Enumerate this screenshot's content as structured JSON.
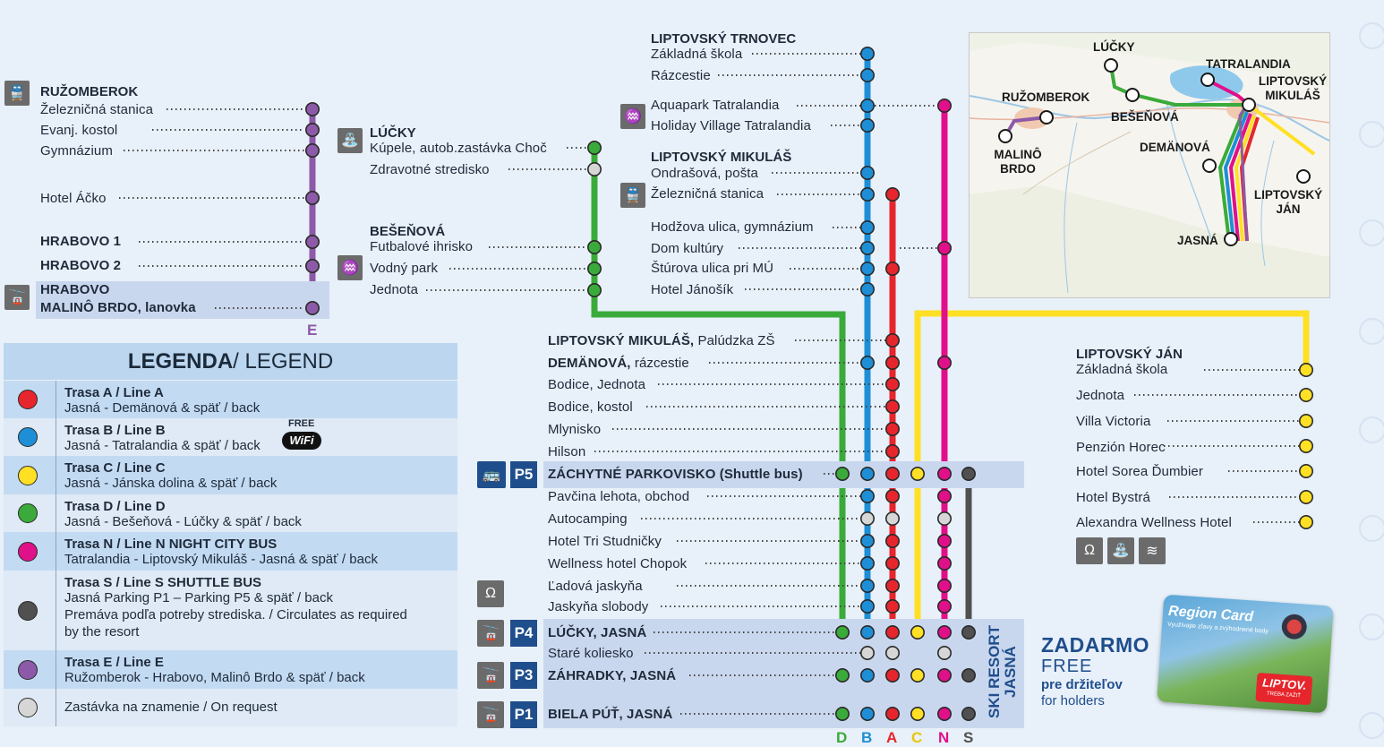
{
  "colors": {
    "A": "#e6262c",
    "B": "#1e8fd6",
    "C": "#ffe024",
    "D": "#3aab3a",
    "N": "#e0108a",
    "S": "#505050",
    "E": "#8c5aa8",
    "request": "#d6d6d6"
  },
  "ruzomberok": {
    "title": "RUŽOMBEROK",
    "stops": [
      "Železničná stanica",
      "Evanj. kostol",
      "Gymnázium",
      "Hotel Áčko",
      "HRABOVO 1",
      "HRABOVO 2",
      "HRABOVO",
      "MALINÔ BRDO, lanovka"
    ],
    "line_label": "E"
  },
  "lucky": {
    "title": "LÚČKY",
    "stops": [
      "Kúpele, autob.zastávka Choč",
      "Zdravotné stredisko"
    ]
  },
  "besenova": {
    "title": "BEŠEŇOVÁ",
    "stops": [
      "Futbalové ihrisko",
      "Vodný park",
      "Jednota"
    ]
  },
  "trnovec": {
    "title": "LIPTOVSKÝ TRNOVEC",
    "stops": [
      "Základná škola",
      "Rázcestie",
      "Aquapark Tatralandia",
      "Holiday Village Tatralandia"
    ]
  },
  "mikulas": {
    "title": "LIPTOVSKÝ MIKULÁŠ",
    "stops": [
      "Ondrašová, pošta",
      "Železničná stanica",
      "Hodžova ulica, gymnázium",
      "Dom kultúry",
      "Štúrova ulica pri MÚ",
      "Hotel Jánošík"
    ]
  },
  "main": {
    "stops": [
      {
        "bold": "LIPTOVSKÝ MIKULÁŠ,",
        "rest": " Palúdzka ZŠ"
      },
      {
        "bold": "DEMÄNOVÁ,",
        "rest": " rázcestie"
      },
      {
        "bold": "",
        "rest": "Bodice, Jednota"
      },
      {
        "bold": "",
        "rest": "Bodice, kostol"
      },
      {
        "bold": "",
        "rest": "Mlynisko"
      },
      {
        "bold": "",
        "rest": "Hilson"
      },
      {
        "bold": "ZÁCHYTNÉ PARKOVISKO (Shuttle bus)",
        "rest": ""
      },
      {
        "bold": "",
        "rest": "Pavčina lehota, obchod"
      },
      {
        "bold": "",
        "rest": "Autocamping"
      },
      {
        "bold": "",
        "rest": "Hotel Tri Studničky"
      },
      {
        "bold": "",
        "rest": "Wellness hotel Chopok"
      },
      {
        "bold": "",
        "rest": "Ľadová jaskyňa"
      },
      {
        "bold": "",
        "rest": "Jaskyňa slobody"
      },
      {
        "bold": "LÚČKY, JASNÁ",
        "rest": ""
      },
      {
        "bold": "",
        "rest": "Staré koliesko"
      },
      {
        "bold": "ZÁHRADKY, JASNÁ",
        "rest": ""
      },
      {
        "bold": "BIELA PÚŤ, JASNÁ",
        "rest": ""
      }
    ],
    "parking": [
      "P5",
      "P4",
      "P3",
      "P1"
    ],
    "ski_resort": "SKI RESORT JASNÁ",
    "line_labels": [
      "D",
      "B",
      "A",
      "C",
      "N",
      "S"
    ]
  },
  "jan": {
    "title": "LIPTOVSKÝ JÁN",
    "stops": [
      "Základná škola",
      "Jednota",
      "Villa Victoria",
      "Penzión Horec",
      "Hotel Sorea Ďumbier",
      "Hotel Bystrá",
      "Alexandra Wellness Hotel"
    ]
  },
  "map": {
    "labels": [
      "LÚČKY",
      "TATRALANDIA",
      "LIPTOVSKÝ MIKULÁŠ",
      "RUŽOMBEROK",
      "BEŠEŇOVÁ",
      "DEMÄNOVÁ",
      "MALINÔ BRDO",
      "LIPTOVSKÝ JÁN",
      "JASNÁ"
    ]
  },
  "legend": {
    "title_bold": "LEGENDA",
    "title_rest": " / LEGEND",
    "rows": [
      {
        "color": "A",
        "title": "Trasa A / Line A",
        "desc": [
          "Jasná - Demänová & späť / back"
        ]
      },
      {
        "color": "B",
        "title": "Trasa B / Line B",
        "desc": [
          "Jasná - Tatralandia & späť / back"
        ],
        "badge": "FREE",
        "wifi": "WiFi"
      },
      {
        "color": "C",
        "title": "Trasa C / Line C",
        "desc": [
          "Jasná - Jánska dolina & späť / back"
        ]
      },
      {
        "color": "D",
        "title": "Trasa D / Line D",
        "desc": [
          "Jasná - Bešeňová - Lúčky & späť / back"
        ]
      },
      {
        "color": "N",
        "title": "Trasa N / Line N NIGHT CITY BUS",
        "desc": [
          "Tatralandia - Liptovský Mikuláš - Jasná & späť / back"
        ]
      },
      {
        "color": "S",
        "title": "Trasa S / Line S SHUTTLE BUS",
        "desc": [
          "Jasná Parking P1 – Parking P5 & späť / back",
          "Premáva podľa potreby strediska. / Circulates as required",
          "by the resort"
        ]
      },
      {
        "color": "E",
        "title": "Trasa E / Line E",
        "desc": [
          "Ružomberok - Hrabovo, Malinô Brdo & späť / back"
        ]
      },
      {
        "color": "request",
        "title": "",
        "desc": [
          "Zastávka na znamenie / On request"
        ]
      }
    ]
  },
  "promo": {
    "line1": "ZADARMO",
    "line2": "FREE",
    "line3": "pre držiteľov",
    "line4": "for holders",
    "card_title": "Region Card",
    "card_sub": "Využívajte zľavy a zvýhodnené body",
    "card_brand": "LIPTOV.",
    "card_tag": "TREBA ZAŽIŤ"
  }
}
